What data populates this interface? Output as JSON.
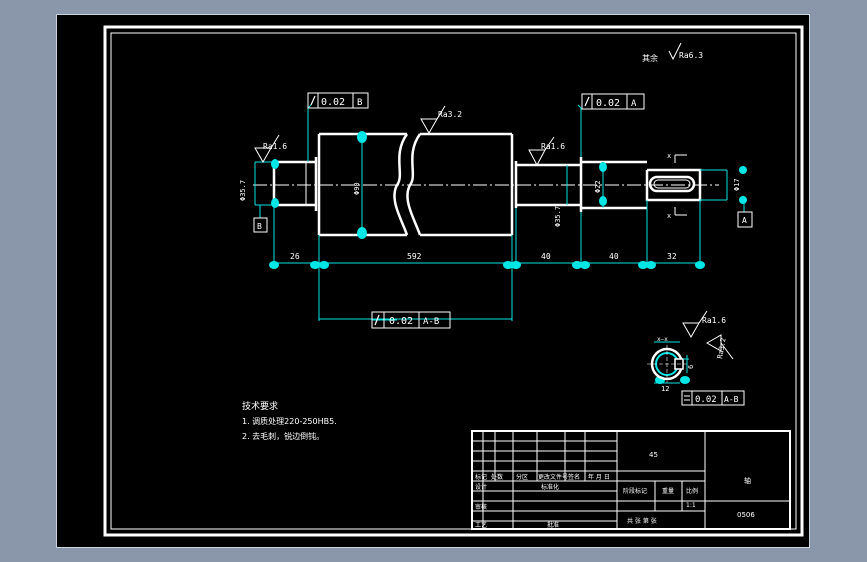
{
  "surface_roughness": {
    "general_label": "其余",
    "general_value": "Ra6.3",
    "left_journal": "Ra1.6",
    "center_body": "Ra3.2",
    "right_journal": "Ra1.6",
    "keyway_bottom": "Ra1.6",
    "keyway_side": "Ra3.2"
  },
  "tolerance_frames": {
    "left": {
      "value": "0.02",
      "datum": "B"
    },
    "right": {
      "value": "0.02",
      "datum": "A"
    },
    "bottom": {
      "value": "0.02",
      "datum": "A-B"
    },
    "section": {
      "value": "0.02",
      "datum": "A-B"
    }
  },
  "datums": {
    "left": "B",
    "right": "A"
  },
  "diameters": {
    "left_journal": "Φ35.7",
    "body": "Φ90",
    "right_journal": "Φ35.7",
    "step": "Φ22",
    "end": "Φ17"
  },
  "lengths": {
    "left": "26",
    "body": "592",
    "journal": "40",
    "step": "40",
    "end": "32"
  },
  "section": {
    "label": "x—x",
    "depth": "12",
    "width": "6"
  },
  "section_mark": "x",
  "notes": {
    "heading": "技术要求",
    "items": [
      "1. 调质处理220-250HB5.",
      "2. 去毛刺，锐边倒钝。"
    ]
  },
  "title_block": {
    "part_name": "轴",
    "material": "45",
    "drawing_no": "0506",
    "headers": {
      "mark": "标记",
      "count": "处数",
      "zone": "分区",
      "change_doc": "更改文件号",
      "sign": "签名",
      "date": "年 月 日",
      "designer": "设计",
      "standardize": "标准化",
      "stage_mark": "阶段标记",
      "weight": "重量",
      "scale": "比例",
      "scale_value": "1:1",
      "check": "审核",
      "process": "工艺",
      "approve": "批准",
      "sheets": "共  张   第  张"
    }
  },
  "colors": {
    "background": "#8a97ab",
    "paper": "#000000",
    "frame": "#ffffff",
    "dimension": "#00e5e5",
    "centerline": "#ffffff"
  }
}
